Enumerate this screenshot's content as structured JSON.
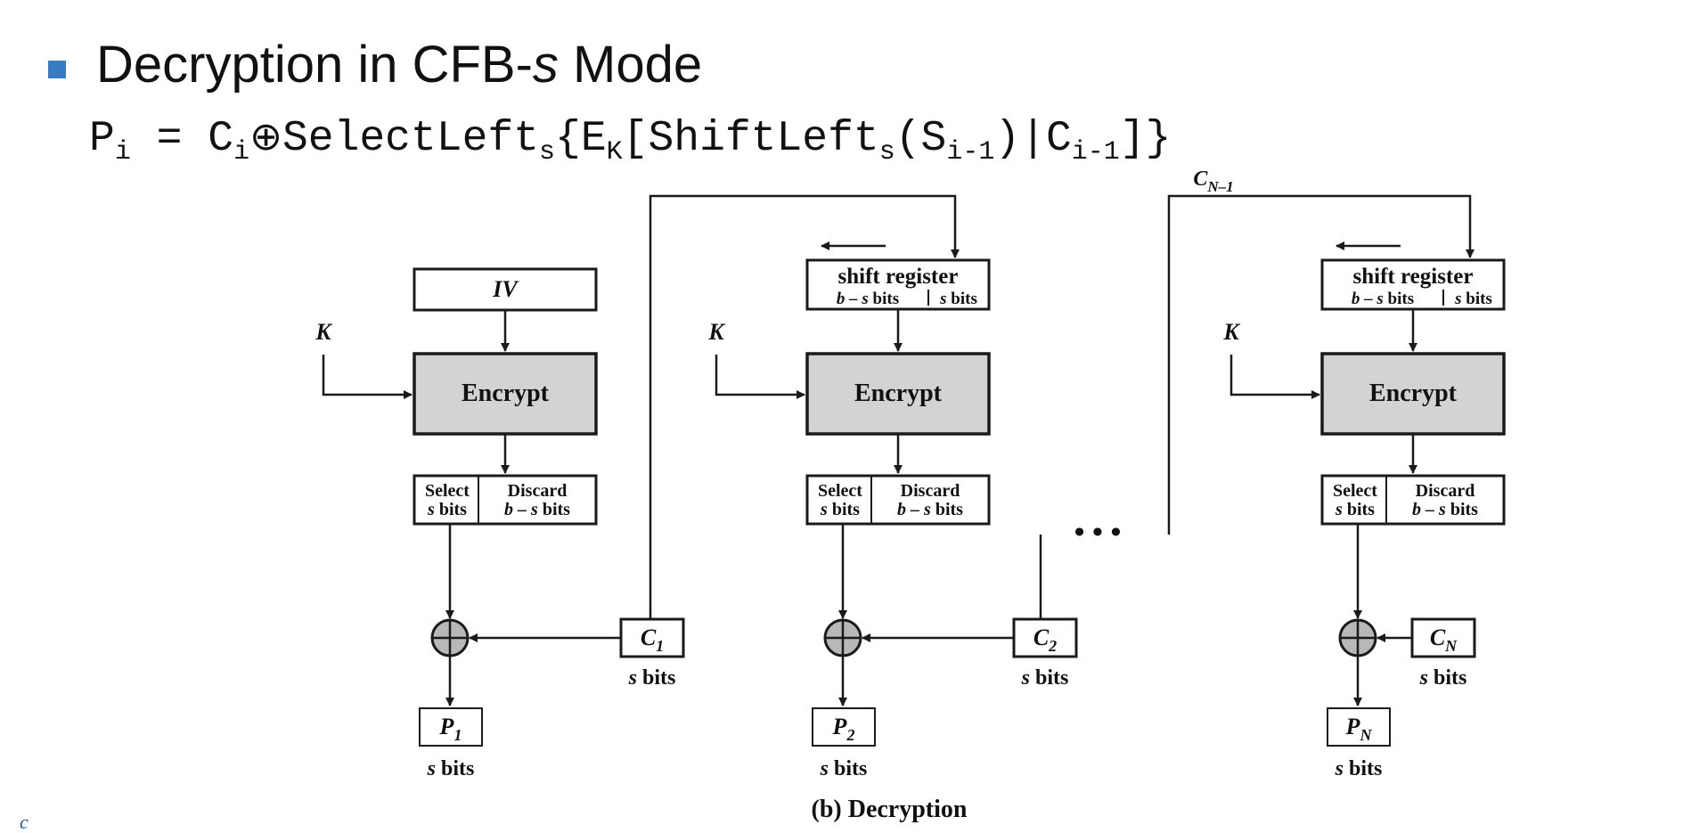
{
  "title": {
    "prefix": "Decryption in CFB-",
    "italic": "s",
    "suffix": " Mode"
  },
  "formula": {
    "p": "P",
    "i1": "i",
    "eq": " = ",
    "c": "C",
    "i2": "i",
    "xor": "⊕",
    "select": "SelectLeft",
    "s1": "s",
    "brace_open": "{",
    "e": "E",
    "k": "K",
    "shift_open": "[ShiftLeft",
    "s2": "s",
    "paren_open": "(S",
    "im1a": "i-1",
    "pipe": ")|C",
    "im1b": "i-1",
    "close": "]}"
  },
  "diagram": {
    "iv_label": "IV",
    "key_label": "K",
    "encrypt_label": "Encrypt",
    "shift_register_label": "shift register",
    "shift_register_left": "b – s bits",
    "shift_register_right": "s bits",
    "select_line1": "Select",
    "select_line2": "s bits",
    "discard_line1": "Discard",
    "discard_line2": "b – s bits",
    "s_bits": "s bits",
    "ellipsis": "• • •",
    "feedback_label": "C",
    "feedback_sub": "N–1",
    "stages": [
      {
        "cipher": "C",
        "cipher_sub": "1",
        "plain": "P",
        "plain_sub": "1"
      },
      {
        "cipher": "C",
        "cipher_sub": "2",
        "plain": "P",
        "plain_sub": "2"
      },
      {
        "cipher": "C",
        "cipher_sub": "N",
        "plain": "P",
        "plain_sub": "N"
      }
    ],
    "caption": "(b) Decryption"
  },
  "corner_mark": "c",
  "colors": {
    "bullet": "#3a7cc3",
    "encrypt_fill": "#d3d3d3",
    "xor_fill": "#b8b8b8",
    "line": "#1a1a1a"
  }
}
